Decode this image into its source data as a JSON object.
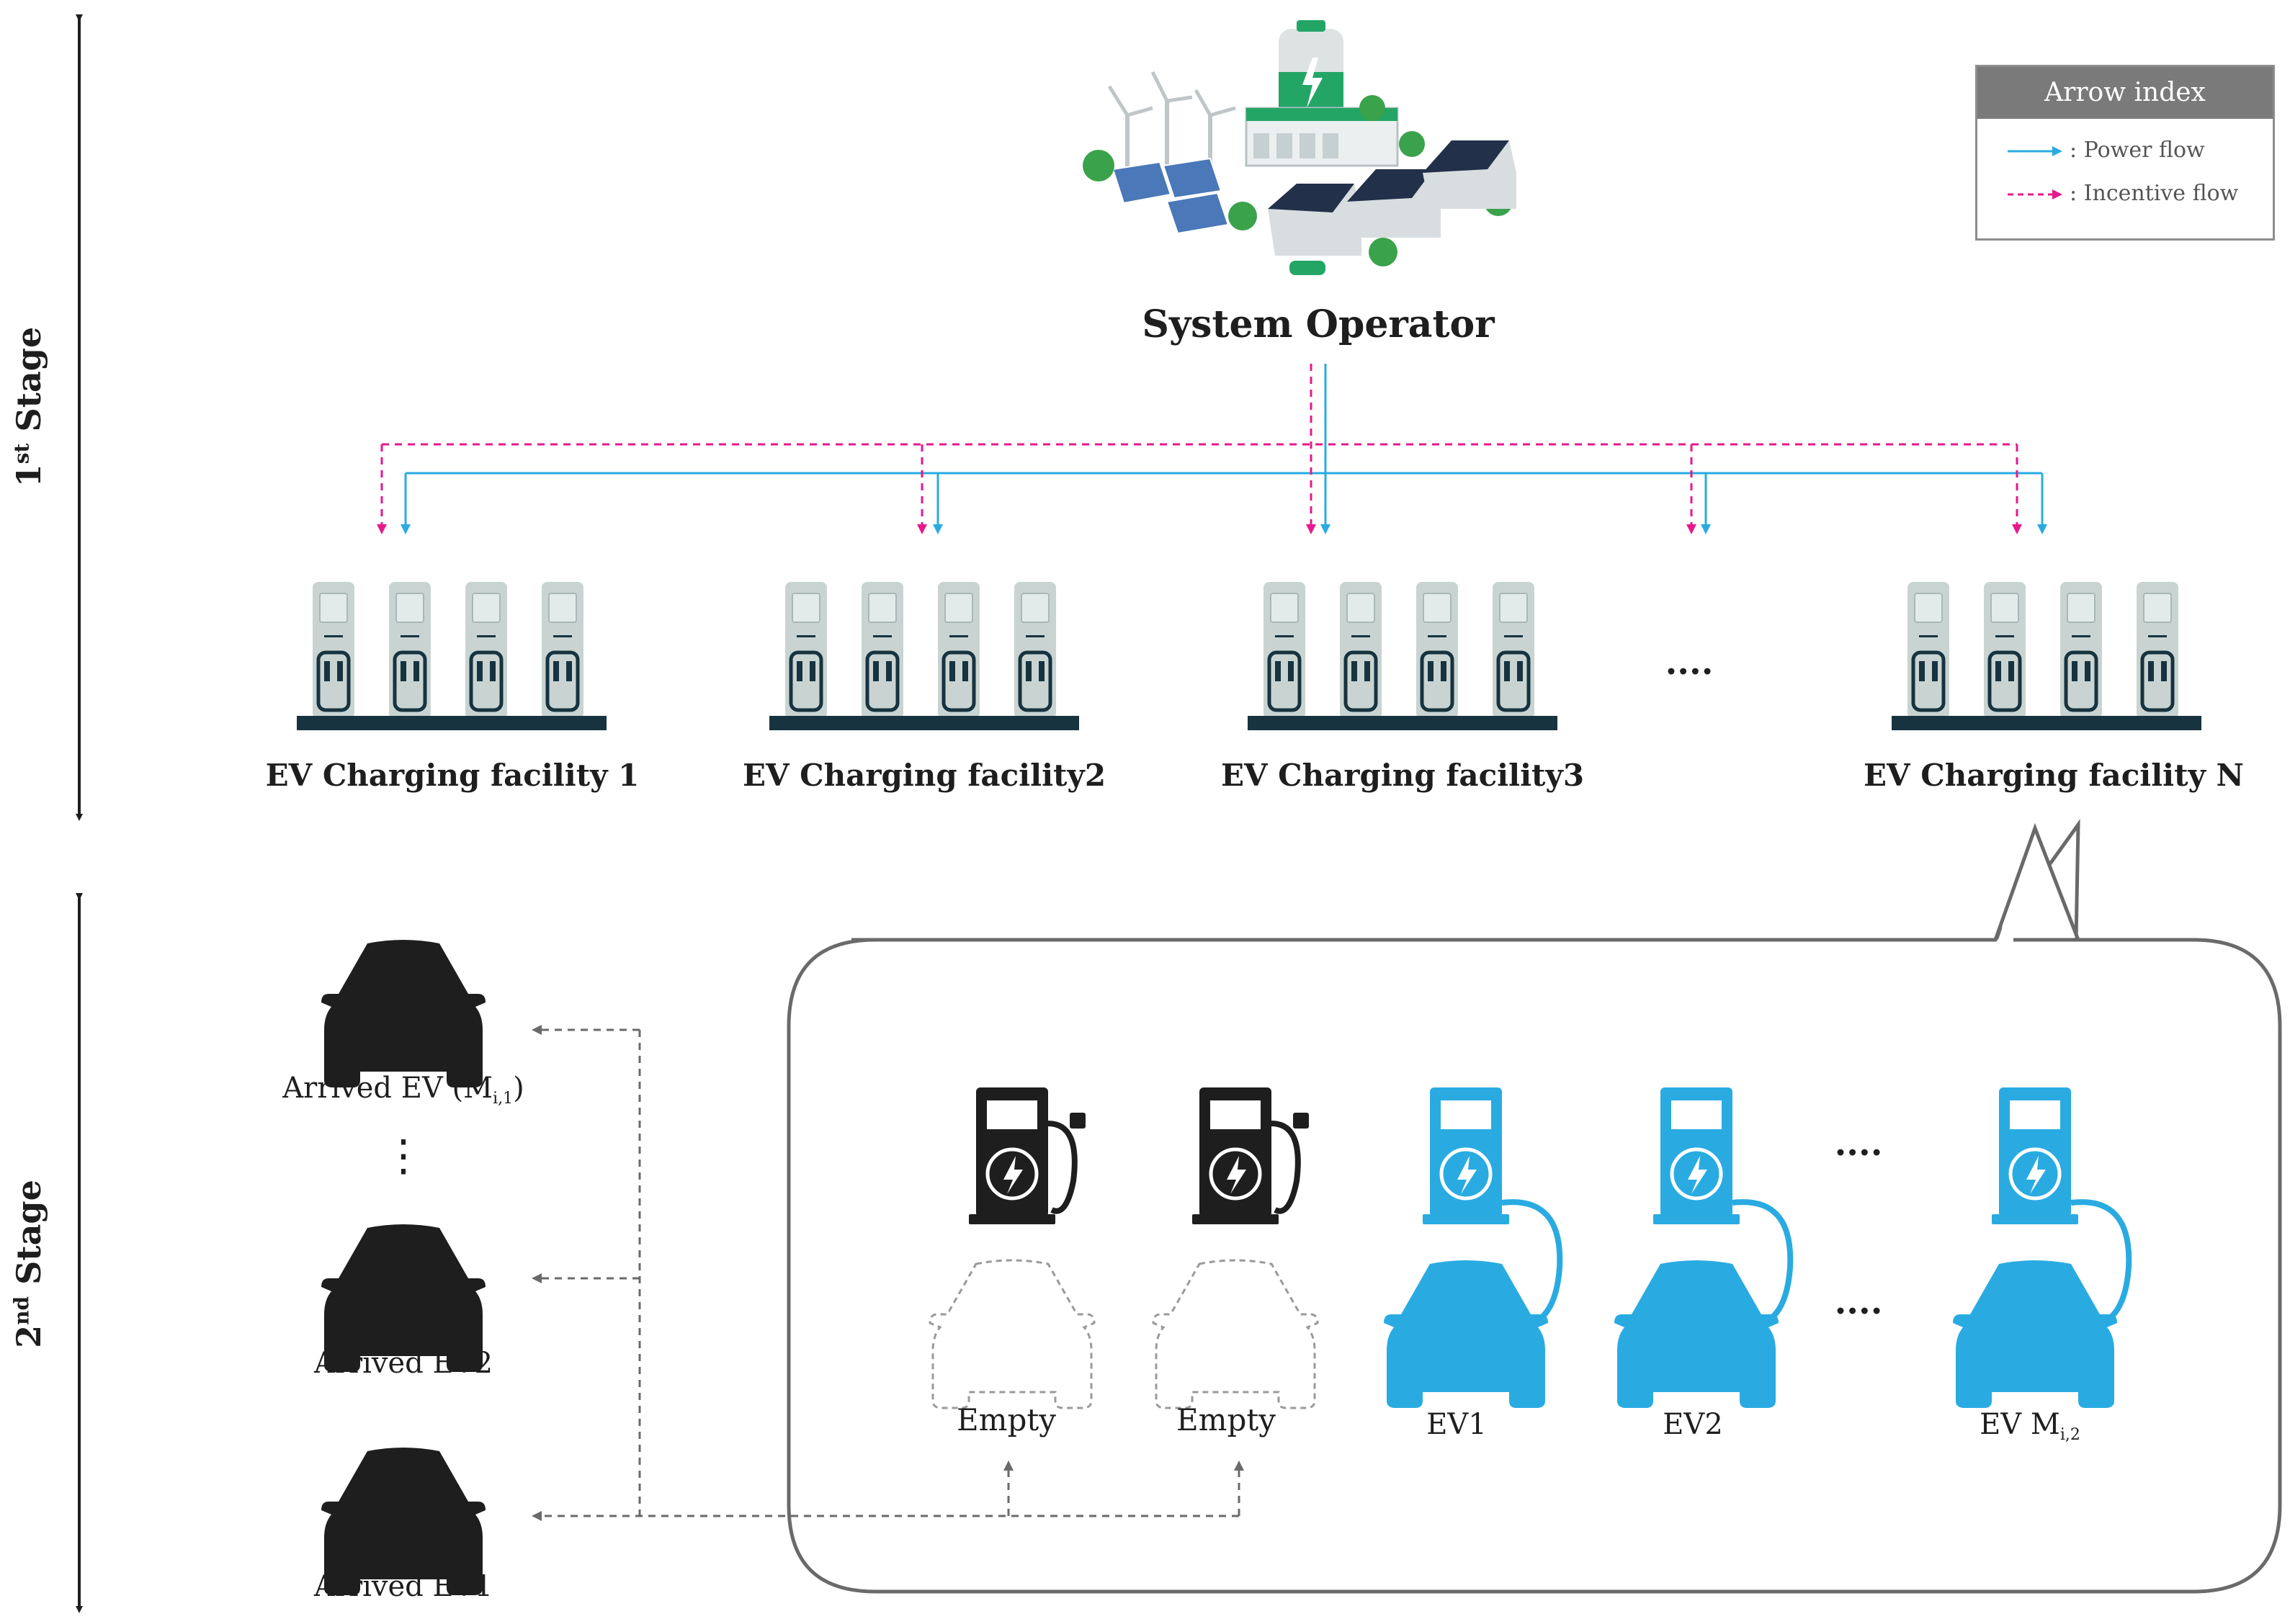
{
  "stage1_label": {
    "base": "1",
    "sup": "st",
    "rest": " Stage"
  },
  "stage2_label": {
    "base": "2",
    "sup": "nd",
    "rest": " Stage"
  },
  "system_operator": "System Operator",
  "legend": {
    "title": "Arrow index",
    "items": [
      {
        "label": ": Power flow",
        "color": "#29abe2",
        "style": "solid"
      },
      {
        "label": ": Incentive flow",
        "color": "#e6198c",
        "style": "dashed"
      }
    ]
  },
  "facilities": [
    {
      "label": "EV Charging facility 1"
    },
    {
      "label": "EV Charging facility2"
    },
    {
      "label": "EV Charging facility3"
    },
    {
      "label": "EV Charging facility N"
    }
  ],
  "facility_ellipsis": "....",
  "arrived_evs": {
    "top": {
      "text": "Arrived EV (M",
      "sub": "i,1",
      "close": ")"
    },
    "middle": "Arrived EV2",
    "bottom": "Arrived EV1",
    "vertical_ellipsis": "⋮"
  },
  "slots": {
    "empty1": "Empty",
    "empty2": "Empty",
    "ev1": "EV1",
    "ev2": "EV2",
    "evm": {
      "text": "EV M",
      "sub": "i,2"
    },
    "ellipsis": "...."
  },
  "colors": {
    "power": "#29abe2",
    "incentive": "#e6198c",
    "dark": "#1e1e1e",
    "station": "#c9d4d2",
    "station_dark": "#17333f"
  }
}
